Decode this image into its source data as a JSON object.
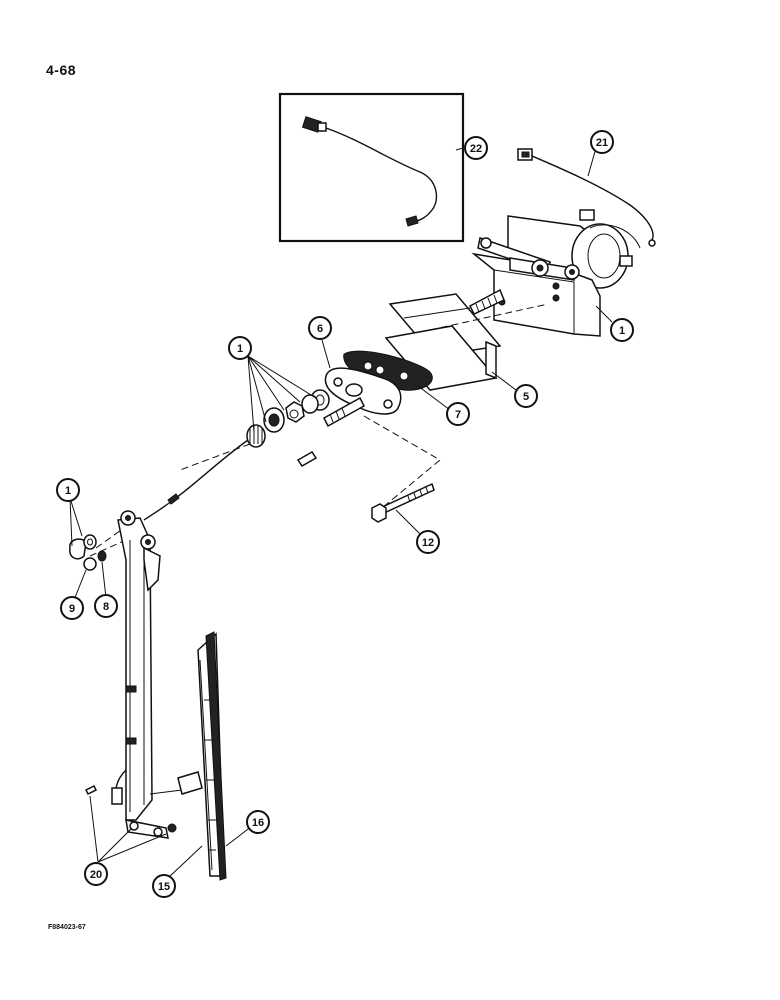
{
  "page_number": "4-68",
  "figure_code": "F884023-67",
  "callouts": {
    "c22": "22",
    "c21": "21",
    "c1_motor": "1",
    "c5": "5",
    "c7": "7",
    "c6": "6",
    "c1_nuts": "1",
    "c12": "12",
    "c1_cap": "1",
    "c9": "9",
    "c8": "8",
    "c20": "20",
    "c15": "15",
    "c16": "16"
  }
}
